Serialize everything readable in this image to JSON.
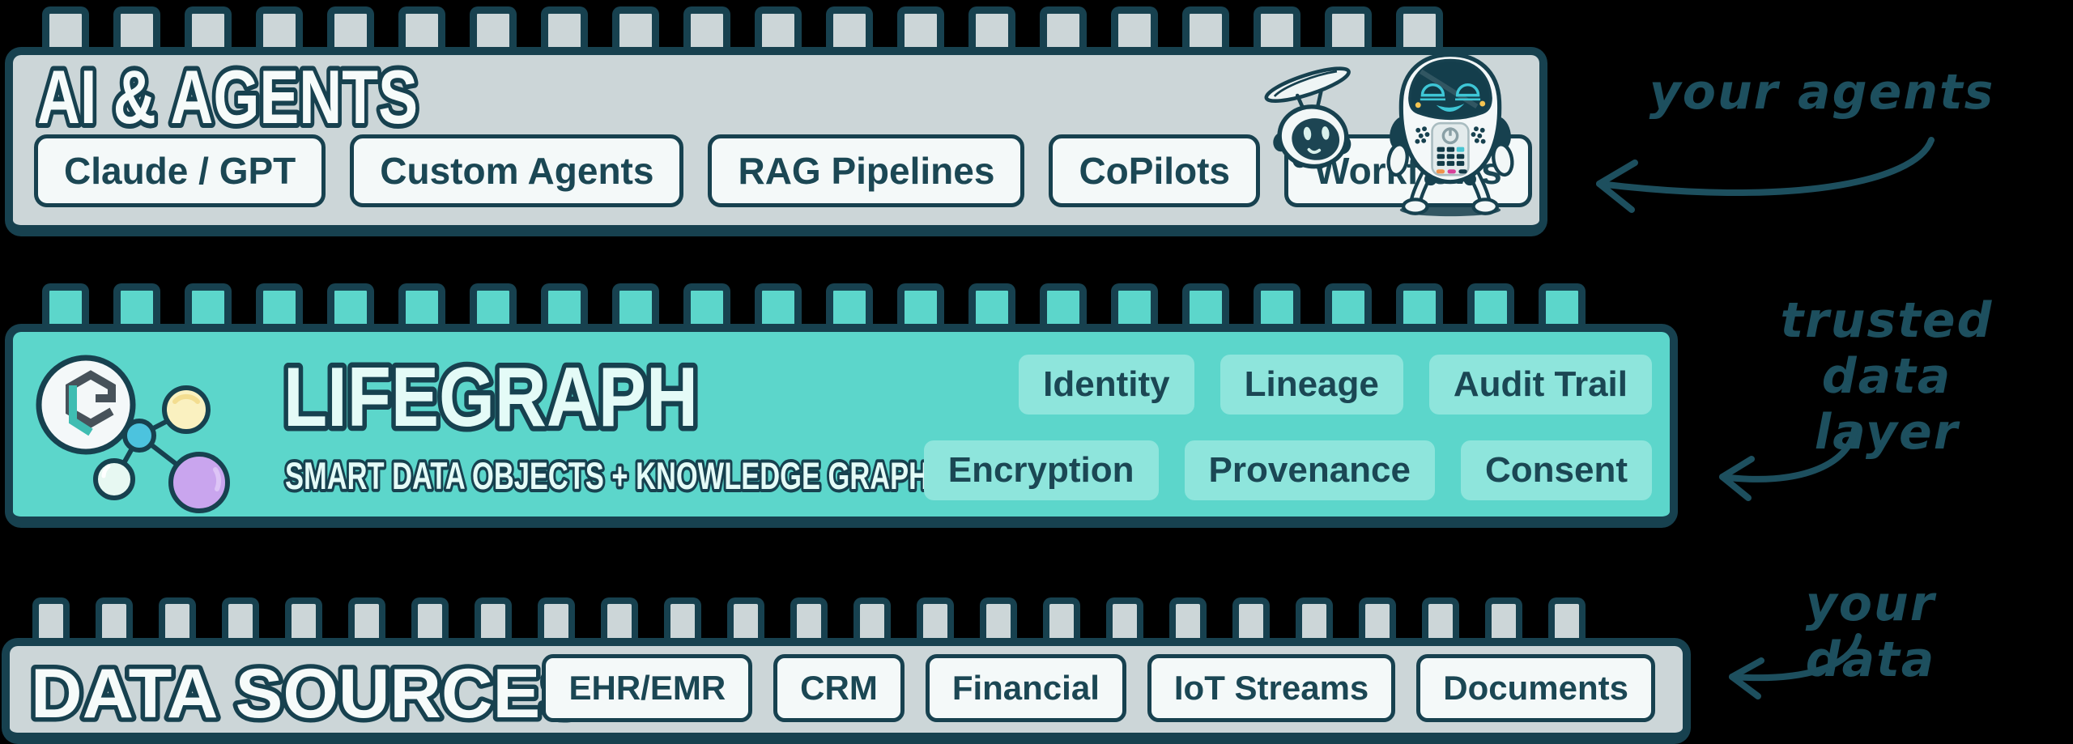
{
  "colors": {
    "ink": "#17414f",
    "brick_gray": "#ccd6d8",
    "brick_teal": "#5cd6cb",
    "chip_white": "#f4f9f9",
    "chip_teal": "#8ee5dc",
    "text_dark": "#1b4754",
    "title_mint": "#e4fbf7",
    "annotation": "#1d4f5e",
    "background": "#000000"
  },
  "agents_layer": {
    "title": "AI & AGENTS",
    "chips": [
      "Claude / GPT",
      "Custom Agents",
      "RAG Pipelines",
      "CoPilots",
      "Workflows"
    ],
    "annotation": "your agents"
  },
  "lifegraph_layer": {
    "title": "LIFEGRAPH",
    "subtitle": "SMART DATA OBJECTS + KNOWLEDGE GRAPHS",
    "chips_row1": [
      "Identity",
      "Lineage",
      "Audit Trail"
    ],
    "chips_row2": [
      "Encryption",
      "Provenance",
      "Consent"
    ],
    "annotation_line1": "trusted data",
    "annotation_line2": "layer"
  },
  "data_layer": {
    "title": "DATA SOURCES",
    "chips": [
      "EHR/EMR",
      "CRM",
      "Financial",
      "IoT Streams",
      "Documents"
    ],
    "annotation": "your data"
  }
}
